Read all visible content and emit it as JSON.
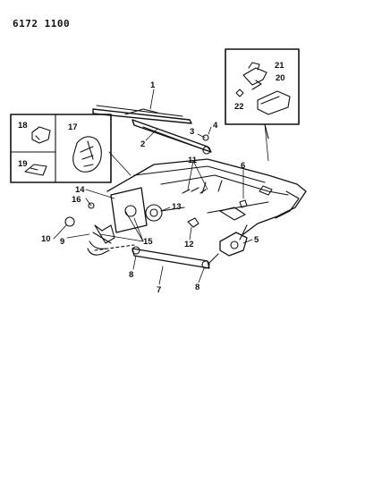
{
  "header": {
    "code": "6172 1100"
  },
  "callouts": {
    "c1": "1",
    "c2": "2",
    "c3": "3",
    "c4": "4",
    "c5": "5",
    "c6": "6",
    "c7": "7",
    "c8a": "8",
    "c8b": "8",
    "c9": "9",
    "c10": "10",
    "c11": "11",
    "c12": "12",
    "c13": "13",
    "c14": "14",
    "c15": "15",
    "c16": "16",
    "c17": "17",
    "c18": "18",
    "c19": "19",
    "c20": "20",
    "c21": "21",
    "c22": "22"
  }
}
